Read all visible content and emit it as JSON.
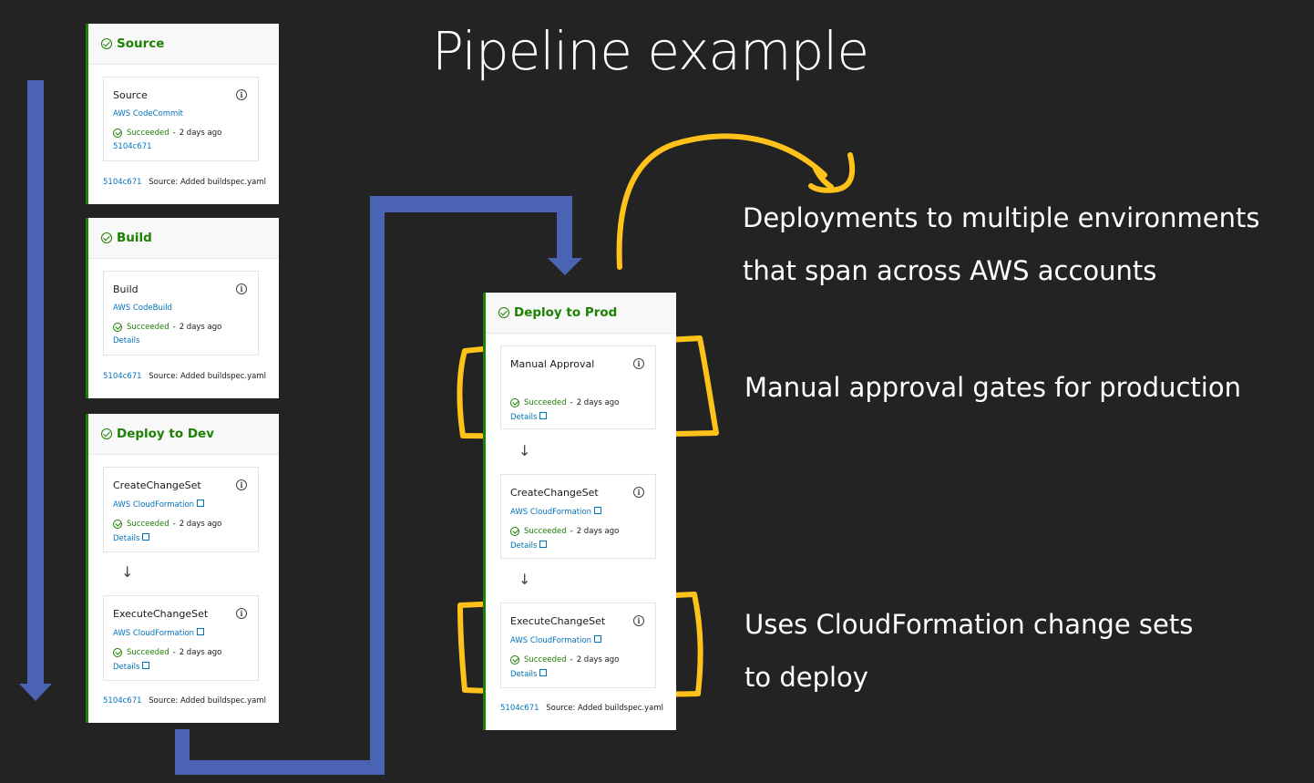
{
  "slide": {
    "title": "Pipeline example"
  },
  "stages": {
    "source": {
      "name": "Source",
      "actions": [
        {
          "name": "Source",
          "provider": "AWS CodeCommit",
          "status": "Succeeded",
          "time": "2 days ago",
          "link": "5104c671"
        }
      ],
      "footer": {
        "commit": "5104c671",
        "message": "Source: Added buildspec.yaml"
      }
    },
    "build": {
      "name": "Build",
      "actions": [
        {
          "name": "Build",
          "provider": "AWS CodeBuild",
          "status": "Succeeded",
          "time": "2 days ago",
          "link": "Details"
        }
      ],
      "footer": {
        "commit": "5104c671",
        "message": "Source: Added buildspec.yaml"
      }
    },
    "dev": {
      "name": "Deploy to Dev",
      "actions": [
        {
          "name": "CreateChangeSet",
          "provider": "AWS CloudFormation",
          "status": "Succeeded",
          "time": "2 days ago",
          "link": "Details"
        },
        {
          "name": "ExecuteChangeSet",
          "provider": "AWS CloudFormation",
          "status": "Succeeded",
          "time": "2 days ago",
          "link": "Details"
        }
      ],
      "footer": {
        "commit": "5104c671",
        "message": "Source: Added buildspec.yaml"
      }
    },
    "prod": {
      "name": "Deploy to Prod",
      "actions": [
        {
          "name": "Manual Approval",
          "status": "Succeeded",
          "time": "2 days ago",
          "link": "Details"
        },
        {
          "name": "CreateChangeSet",
          "provider": "AWS CloudFormation",
          "status": "Succeeded",
          "time": "2 days ago",
          "link": "Details"
        },
        {
          "name": "ExecuteChangeSet",
          "provider": "AWS CloudFormation",
          "status": "Succeeded",
          "time": "2 days ago",
          "link": "Details"
        }
      ],
      "footer": {
        "commit": "5104c671",
        "message": "Source: Added buildspec.yaml"
      }
    }
  },
  "captions": {
    "environments_line1": "Deployments to multiple environments",
    "environments_line2": "that span across AWS accounts",
    "approval": "Manual approval gates for production",
    "changesets_line1": "Uses CloudFormation change sets",
    "changesets_line2": "to deploy"
  },
  "colors": {
    "background": "#232323",
    "flow_arrow": "#4a63b3",
    "highlight": "#ffc21a",
    "success": "#1d8102",
    "link": "#0073bb"
  },
  "icons": {
    "stage_status": "check-circle-icon",
    "action_info": "info-icon",
    "external_link": "external-link-icon",
    "transition": "arrow-down-icon"
  }
}
